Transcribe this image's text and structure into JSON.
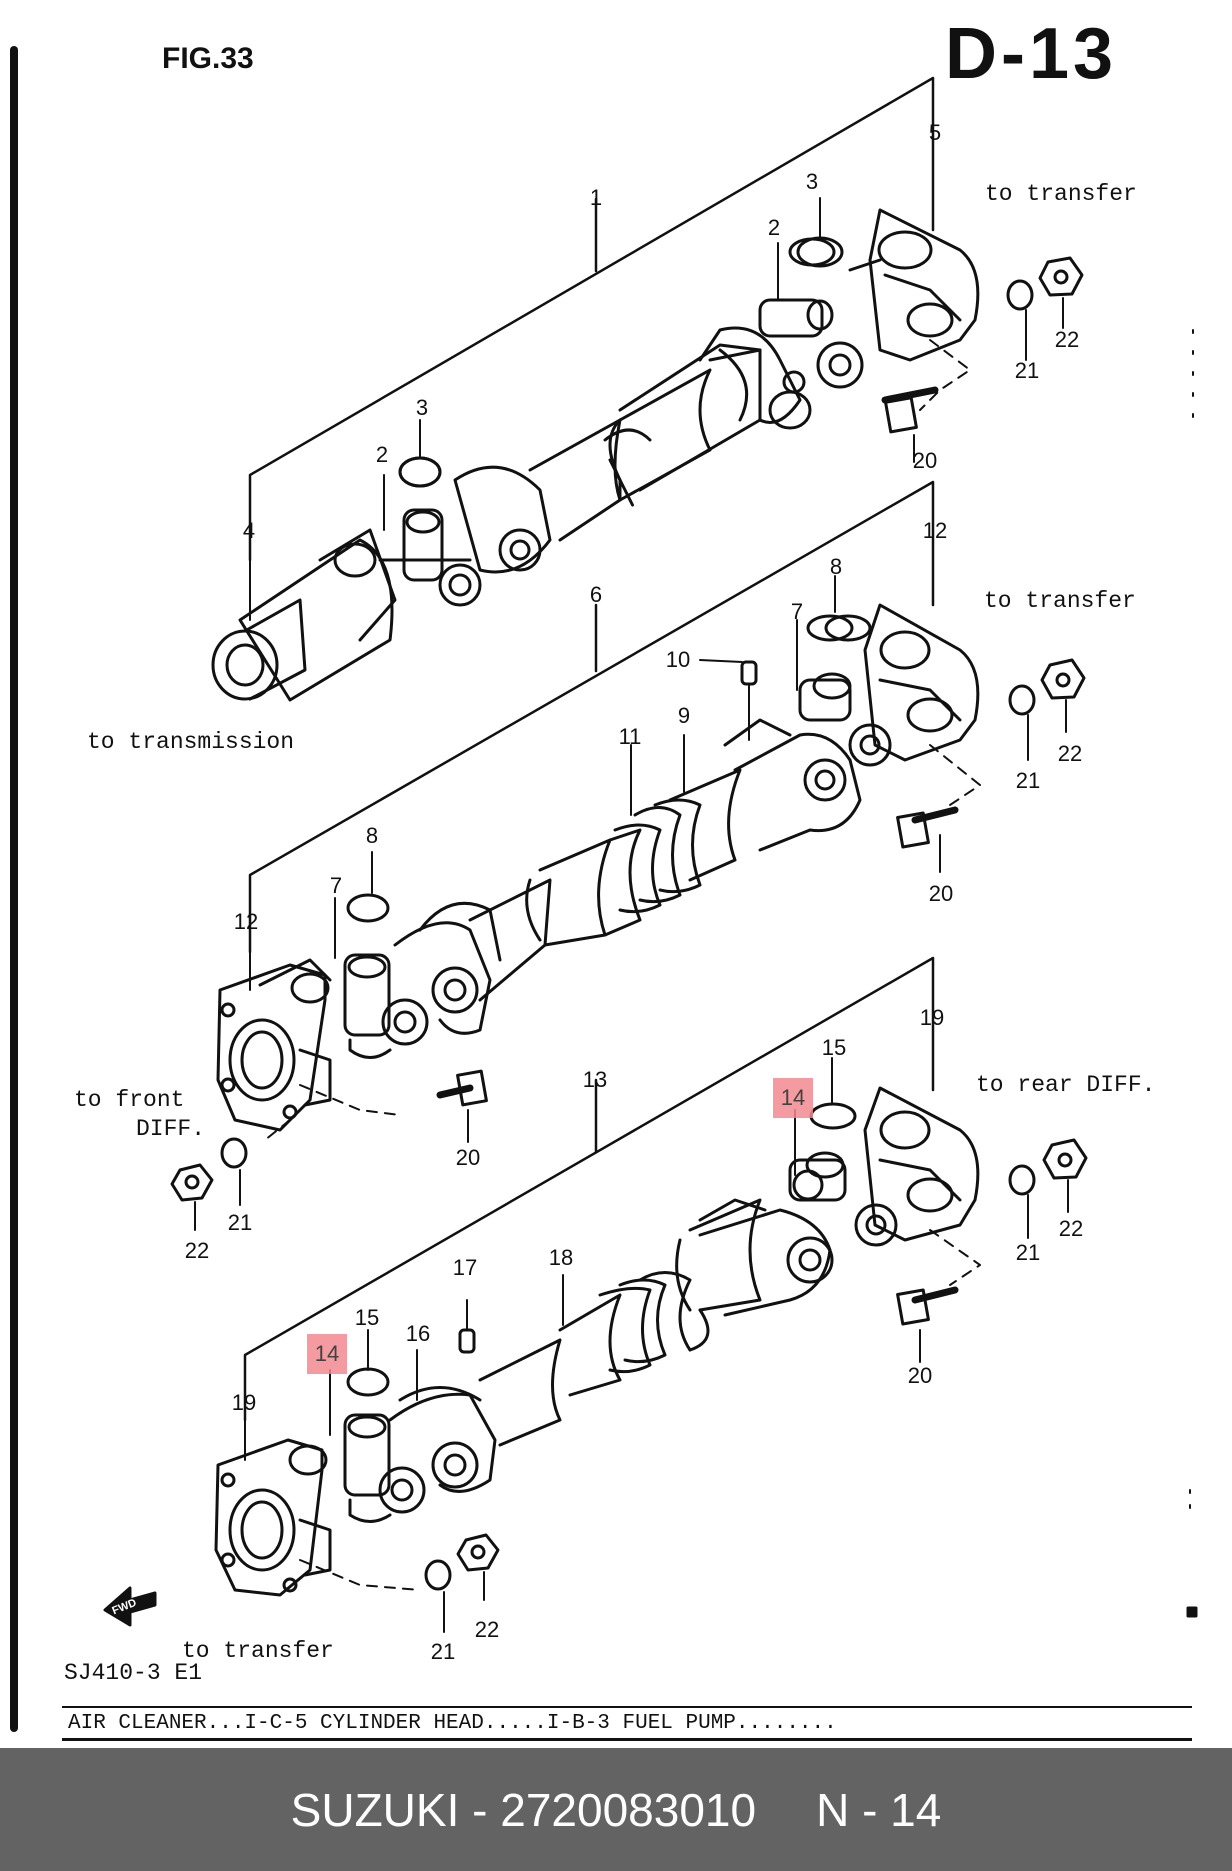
{
  "figure": {
    "title": "FIG.33",
    "page_code": "D-13",
    "model_code": "SJ410-3 E1",
    "fwd_badge": "FWD"
  },
  "destinations": {
    "transfer_1": "to transfer",
    "transfer_2": "to transfer",
    "transmission": "to transmission",
    "front_diff_line1": "to front",
    "front_diff_line2": "DIFF.",
    "rear_diff": "to rear DIFF.",
    "transfer_3": "to transfer"
  },
  "callouts": {
    "c1": "1",
    "c2a": "2",
    "c2b": "2",
    "c3a": "3",
    "c3b": "3",
    "c4": "4",
    "c5": "5",
    "c6": "6",
    "c7a": "7",
    "c7b": "7",
    "c8a": "8",
    "c8b": "8",
    "c9": "9",
    "c10": "10",
    "c11": "11",
    "c12a": "12",
    "c12b": "12",
    "c13": "13",
    "c15a": "15",
    "c15b": "15",
    "c16": "16",
    "c17": "17",
    "c18": "18",
    "c19a": "19",
    "c19b": "19",
    "c20a": "20",
    "c20b": "20",
    "c20c": "20",
    "c20d": "20",
    "c21a": "21",
    "c21b": "21",
    "c21c": "21",
    "c21d": "21",
    "c21e": "21",
    "c22a": "22",
    "c22b": "22",
    "c22c": "22",
    "c22d": "22",
    "c22e": "22"
  },
  "highlighted_callouts": {
    "h1": "14",
    "h2": "14"
  },
  "highlight_color": "#f28a90",
  "index_strip": "AIR CLEANER...I-C-5  CYLINDER HEAD.....I-B-3  FUEL PUMP........",
  "footer": {
    "part": "SUZUKI - 2720083010",
    "ref": "N - 14"
  },
  "footer_color": "#636363"
}
